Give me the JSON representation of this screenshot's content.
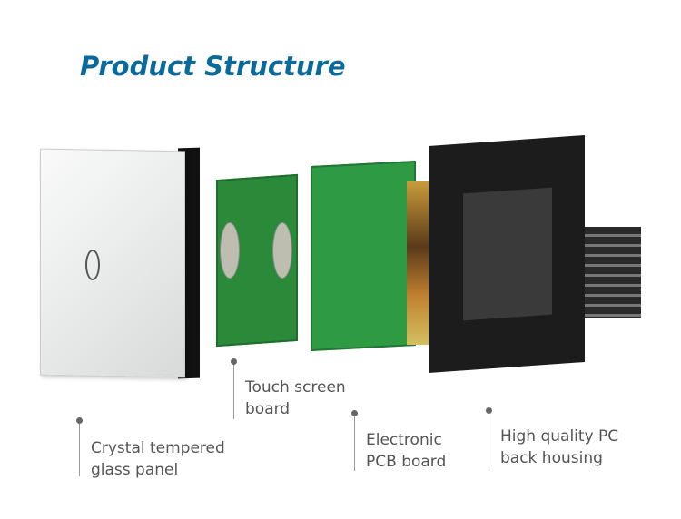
{
  "title": "Product Structure",
  "components": [
    {
      "label_line1": "Crystal tempered",
      "label_line2": "glass panel"
    },
    {
      "label_line1": "Touch screen",
      "label_line2": "board"
    },
    {
      "label_line1": "Electronic",
      "label_line2": "PCB board"
    },
    {
      "label_line1": "High quality PC",
      "label_line2": "back housing"
    }
  ],
  "colors": {
    "title": "#0b6a9c",
    "label": "#555555"
  }
}
